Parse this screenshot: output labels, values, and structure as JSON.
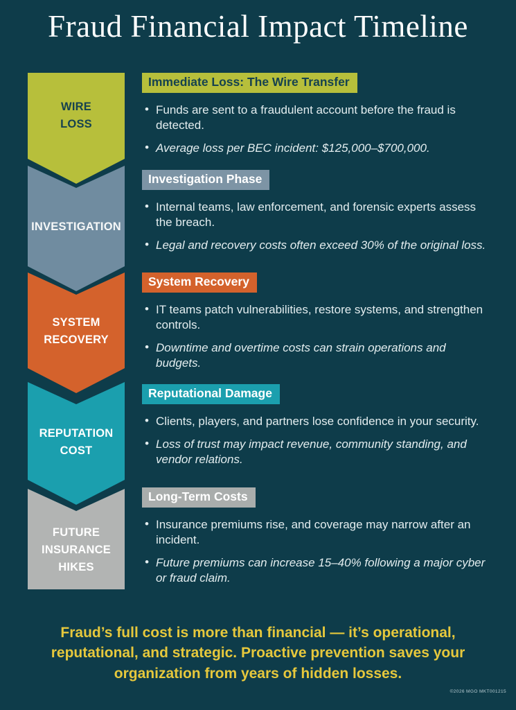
{
  "title": "Fraud Financial Impact Timeline",
  "colors": {
    "background": "#0e3c4a",
    "title_text": "#fcfdfd",
    "body_text": "#e3edef",
    "footer_text": "#e6c83c"
  },
  "timeline": [
    {
      "label": "WIRE\nLOSS",
      "color": "#b7bf3b",
      "label_color": "#16424f",
      "heading": "Immediate Loss: The Wire Transfer",
      "heading_bg": "#b7bf3b",
      "heading_color": "#16424f",
      "bullets": [
        {
          "text": "Funds are sent to a fraudulent account before the fraud is detected.",
          "style": "normal"
        },
        {
          "text": "Average loss per BEC incident: $125,000–$700,000.",
          "style": "italic"
        }
      ]
    },
    {
      "label": "INVESTIGATION",
      "color": "#708ca0",
      "label_color": "#f6f8f8",
      "heading": "Investigation Phase",
      "heading_bg": "#7d94a5",
      "heading_color": "#ffffff",
      "bullets": [
        {
          "text": "Internal teams, law enforcement, and forensic experts assess the breach.",
          "style": "normal"
        },
        {
          "text": "Legal and recovery costs often exceed 30% of the original loss.",
          "style": "italic"
        }
      ]
    },
    {
      "label": "SYSTEM\nRECOVERY",
      "color": "#d4622c",
      "label_color": "#ffffff",
      "heading": "System Recovery",
      "heading_bg": "#d4622c",
      "heading_color": "#ffffff",
      "bullets": [
        {
          "text": "IT teams patch vulnerabilities, restore systems, and strengthen controls.",
          "style": "normal"
        },
        {
          "text": "Downtime and overtime costs can strain operations and budgets.",
          "style": "italic"
        }
      ]
    },
    {
      "label": "REPUTATION\nCOST",
      "color": "#1b9fae",
      "label_color": "#ffffff",
      "heading": "Reputational Damage",
      "heading_bg": "#1b9fae",
      "heading_color": "#ffffff",
      "bullets": [
        {
          "text": "Clients, players, and partners lose confidence in your security.",
          "style": "normal"
        },
        {
          "text": "Loss of trust may impact revenue, community standing, and vendor relations.",
          "style": "italic"
        }
      ]
    },
    {
      "label": "FUTURE\nINSURANCE\nHIKES",
      "color": "#b2b4b3",
      "label_color": "#ffffff",
      "heading": "Long-Term Costs",
      "heading_bg": "#a9adac",
      "heading_color": "#ffffff",
      "bullets": [
        {
          "text": "Insurance premiums rise, and coverage may narrow after an incident.",
          "style": "normal"
        },
        {
          "text": "Future premiums can increase 15–40% following a major cyber or fraud claim.",
          "style": "italic"
        }
      ]
    }
  ],
  "footer": {
    "message": "Fraud’s full cost is more than financial — it’s operational, reputational, and strategic. Proactive prevention saves your organization from years of hidden losses.",
    "credit": "©2026 MGO   MKT001215"
  }
}
